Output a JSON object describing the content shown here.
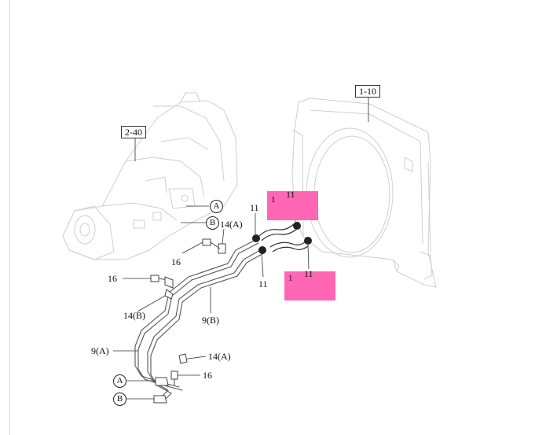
{
  "callouts": {
    "transmission": "2-40",
    "radiator": "1-10",
    "line_a": "9(A)",
    "line_b": "9(B)",
    "bracket_a_upper": "14(A)",
    "bracket_a_lower": "14(A)",
    "bracket_b": "14(B)",
    "bolt_upper": "16",
    "bolt_left": "16",
    "bolt_lower": "16",
    "clamp_1": "11",
    "clamp_2": "11",
    "clamp_3": "11",
    "clamp_4": "11",
    "hose_upper": "1",
    "hose_lower": "1"
  },
  "connectors": {
    "a_top": "A",
    "b_top": "B",
    "a_bottom": "A",
    "b_bottom": "B"
  },
  "colors": {
    "highlight": "#ff66b3",
    "line_art": "#555555",
    "ghost": "#cfcfcf"
  }
}
